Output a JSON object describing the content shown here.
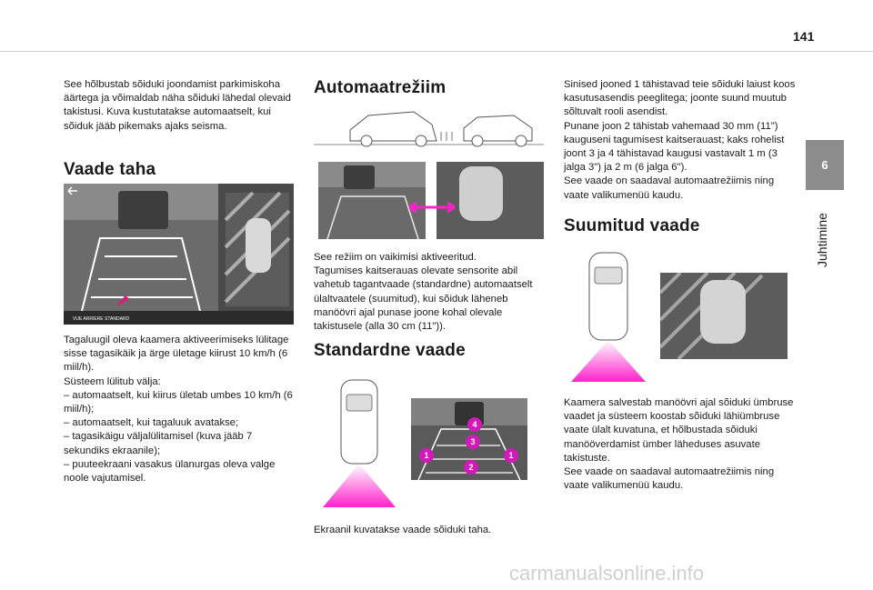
{
  "page": {
    "number": "141",
    "side_tab": "6",
    "side_label": "Juhtimine"
  },
  "col1": {
    "intro": "See hõlbustab sõiduki joondamist parkimiskoha äärtega ja võimaldab näha sõiduki lähedal olevaid takistusi. Kuva kustutatakse automaatselt, kui sõiduk jääb pikemaks ajaks seisma.",
    "heading": "Vaade taha",
    "image_caption_text": "VUE ARRIERE STANDARD",
    "body_lines": [
      "Tagaluugil oleva kaamera aktiveerimiseks lülitage sisse tagasikäik ja ärge ületage kiirust 10 km/h (6 miil/h).",
      "Süsteem lülitub välja:",
      "–  automaatselt, kui kiirus ületab umbes 10 km/h (6 miil/h);",
      "–  automaatselt, kui tagaluuk avatakse;",
      "–  tagasikäigu väljalülitamisel (kuva jääb 7 sekundiks ekraanile);",
      "–  puuteekraani vasakus ülanurgas oleva valge noole vajutamisel."
    ]
  },
  "col2": {
    "heading1": "Automaatrežiim",
    "body1": [
      "See režiim on vaikimisi aktiveeritud.",
      "Tagumises kaitserauas olevate sensorite abil vahetub tagantvaade (standardne) automaatselt ülaltvaatele (suumitud), kui sõiduk läheneb manöövri ajal punase joone kohal olevale takistusele (alla 30 cm (11\"))."
    ],
    "heading2": "Standardne vaade",
    "markers": [
      "4",
      "3",
      "1",
      "2",
      "1"
    ],
    "body2": "Ekraanil kuvatakse vaade sõiduki taha."
  },
  "col3": {
    "body1": [
      "Sinised jooned 1 tähistavad teie sõiduki laiust koos kasutusasendis peeglitega; joonte suund muutub sõltuvalt rooli asendist.",
      "Punane joon 2 tähistab vahemaad 30 mm (11\") kauguseni tagumisest kaitserauast; kaks rohelist joont 3 ja 4 tähistavad kaugusi vastavalt 1 m (3 jalga 3\") ja 2 m (6 jalga 6\").",
      "See vaade on saadaval automaatrežiimis ning vaate valikumenüü kaudu."
    ],
    "heading": "Suumitud vaade",
    "body2": [
      "Kaamera salvestab manöövri ajal sõiduki ümbruse vaadet ja süsteem koostab sõiduki lähiümbruse vaate ülalt kuvatuna, et hõlbustada sõiduki manööverdamist ümber läheduses asuvate takistuste.",
      "See vaade on saadaval automaatrežiimis ning vaate valikumenüü kaudu."
    ]
  },
  "footer": "carmanualsonline.info",
  "colors": {
    "accent": "#ff22cc",
    "tab": "#8c8c8c",
    "arrow": "#e2187a"
  }
}
